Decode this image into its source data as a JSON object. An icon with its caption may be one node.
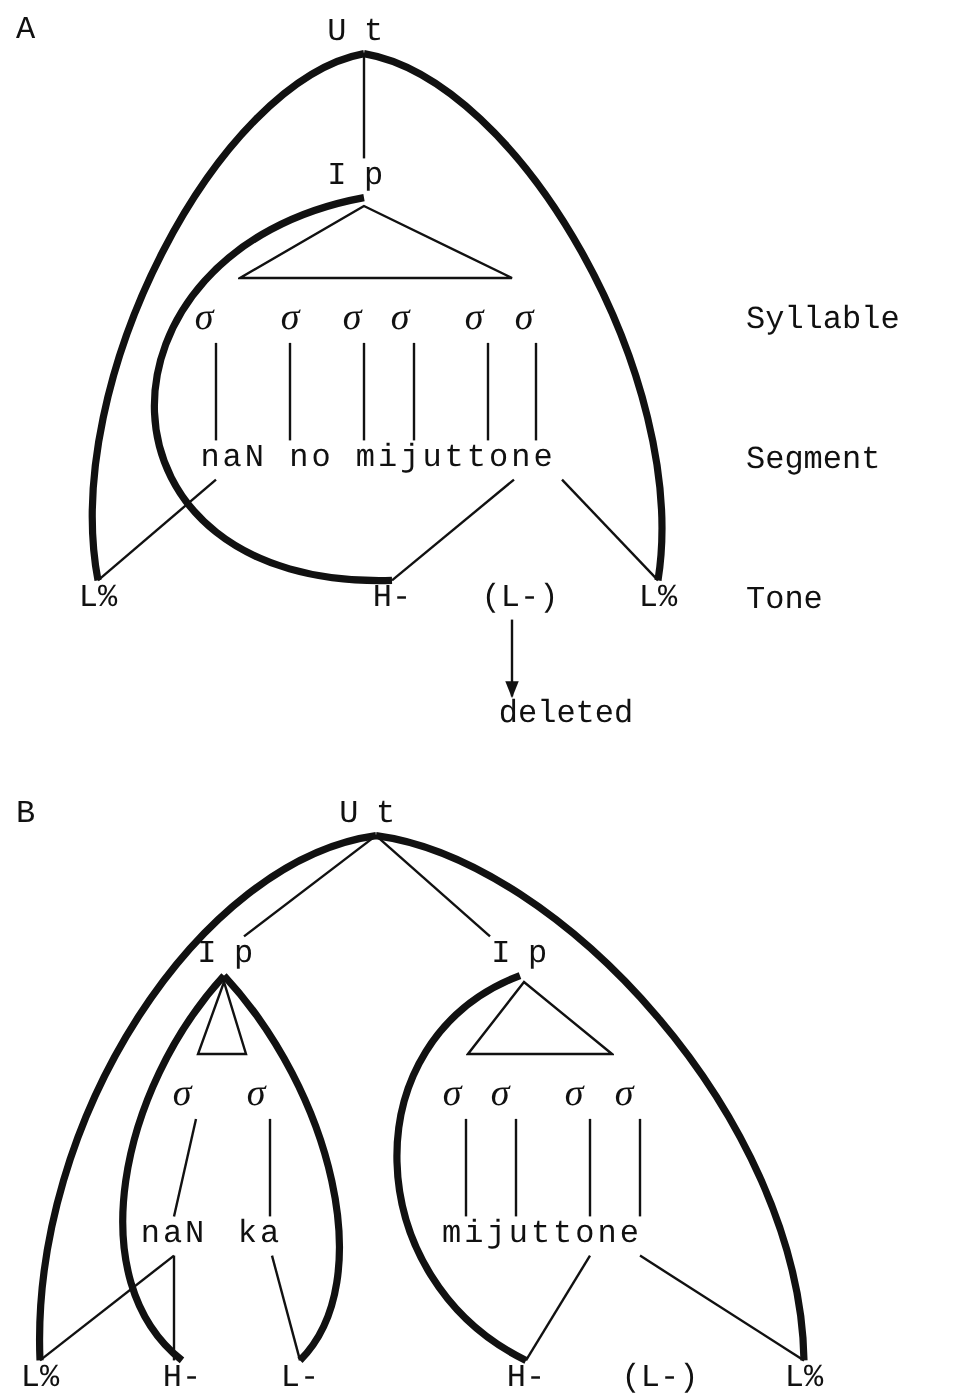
{
  "diagram": {
    "nodes": [
      {
        "text": [
          "Ut"
        ]
      },
      {
        "text": [
          "Ip"
        ]
      },
      {
        "text": [
          "σ"
        ]
      },
      {
        "text": [
          "σ"
        ]
      },
      {
        "text": [
          "σ"
        ]
      },
      {
        "text": [
          "σ"
        ]
      },
      {
        "text": [
          "σ"
        ]
      },
      {
        "text": [
          "σ"
        ]
      },
      {
        "text": [
          "naN no mijuttone"
        ]
      },
      {
        "text": [
          "L%"
        ]
      },
      {
        "text": [
          "H-"
        ]
      },
      {
        "text": [
          "(L-)"
        ]
      },
      {
        "text": [
          "L%"
        ]
      },
      {
        "text": [
          "deleted"
        ]
      },
      {
        "text": [
          "Ut"
        ]
      },
      {
        "text": [
          "Ip"
        ]
      },
      {
        "text": [
          "Ip"
        ]
      },
      {
        "text": [
          "σ"
        ]
      },
      {
        "text": [
          "σ"
        ]
      },
      {
        "text": [
          "σ"
        ]
      },
      {
        "text": [
          "σ"
        ]
      },
      {
        "text": [
          "σ"
        ]
      },
      {
        "text": [
          "σ"
        ]
      },
      {
        "text": [
          "naN"
        ]
      },
      {
        "text": [
          "ka"
        ]
      },
      {
        "text": [
          "mijuttone"
        ]
      },
      {
        "text": [
          "L%"
        ]
      },
      {
        "text": [
          "H-"
        ]
      },
      {
        "text": [
          "L-"
        ]
      },
      {
        "text": [
          "H-"
        ]
      },
      {
        "text": [
          "(L-)"
        ]
      },
      {
        "text": [
          "L%"
        ]
      },
      {
        "text": [],
        "shape": "triangle"
      },
      {
        "text": [],
        "shape": "triangle"
      },
      {
        "text": [],
        "shape": "triangle"
      }
    ],
    "edges": [
      {
        "from": 0,
        "to": 1,
        "arrow": "none"
      },
      {
        "from": 2,
        "to": 8,
        "arrow": "none"
      },
      {
        "from": 3,
        "to": 8,
        "arrow": "none"
      },
      {
        "from": 4,
        "to": 8,
        "arrow": "none"
      },
      {
        "from": 5,
        "to": 8,
        "arrow": "none"
      },
      {
        "from": 6,
        "to": 8,
        "arrow": "none"
      },
      {
        "from": 7,
        "to": 8,
        "arrow": "none"
      },
      {
        "from": 8,
        "to": 9,
        "arrow": "none"
      },
      {
        "from": 8,
        "to": 10,
        "arrow": "none"
      },
      {
        "from": 8,
        "to": 12,
        "arrow": "none"
      },
      {
        "from": 0,
        "to": 9,
        "arrow": "none",
        "style": "thick"
      },
      {
        "from": 0,
        "to": 12,
        "arrow": "none",
        "style": "thick"
      },
      {
        "from": 1,
        "to": 10,
        "arrow": "none",
        "style": "thick"
      },
      {
        "from": 11,
        "to": 13,
        "arrow": "to"
      },
      {
        "from": 14,
        "to": 15,
        "arrow": "none"
      },
      {
        "from": 14,
        "to": 16,
        "arrow": "none"
      },
      {
        "from": 14,
        "to": 26,
        "arrow": "none",
        "style": "thick"
      },
      {
        "from": 14,
        "to": 31,
        "arrow": "none",
        "style": "thick"
      },
      {
        "from": 17,
        "to": 23,
        "arrow": "none"
      },
      {
        "from": 18,
        "to": 24,
        "arrow": "none"
      },
      {
        "from": 15,
        "to": 27,
        "arrow": "none",
        "style": "thick"
      },
      {
        "from": 15,
        "to": 28,
        "arrow": "none",
        "style": "thick"
      },
      {
        "from": 19,
        "to": 25,
        "arrow": "none"
      },
      {
        "from": 20,
        "to": 25,
        "arrow": "none"
      },
      {
        "from": 21,
        "to": 25,
        "arrow": "none"
      },
      {
        "from": 22,
        "to": 25,
        "arrow": "none"
      },
      {
        "from": 16,
        "to": 29,
        "arrow": "none",
        "style": "thick"
      },
      {
        "from": 23,
        "to": 26,
        "arrow": "none"
      },
      {
        "from": 23,
        "to": 27,
        "arrow": "none"
      },
      {
        "from": 24,
        "to": 28,
        "arrow": "none"
      },
      {
        "from": 25,
        "to": 29,
        "arrow": "none"
      },
      {
        "from": 25,
        "to": 31,
        "arrow": "none"
      }
    ],
    "labels": [
      "A",
      "Syllable",
      "Segment",
      "Tone",
      "B"
    ]
  }
}
